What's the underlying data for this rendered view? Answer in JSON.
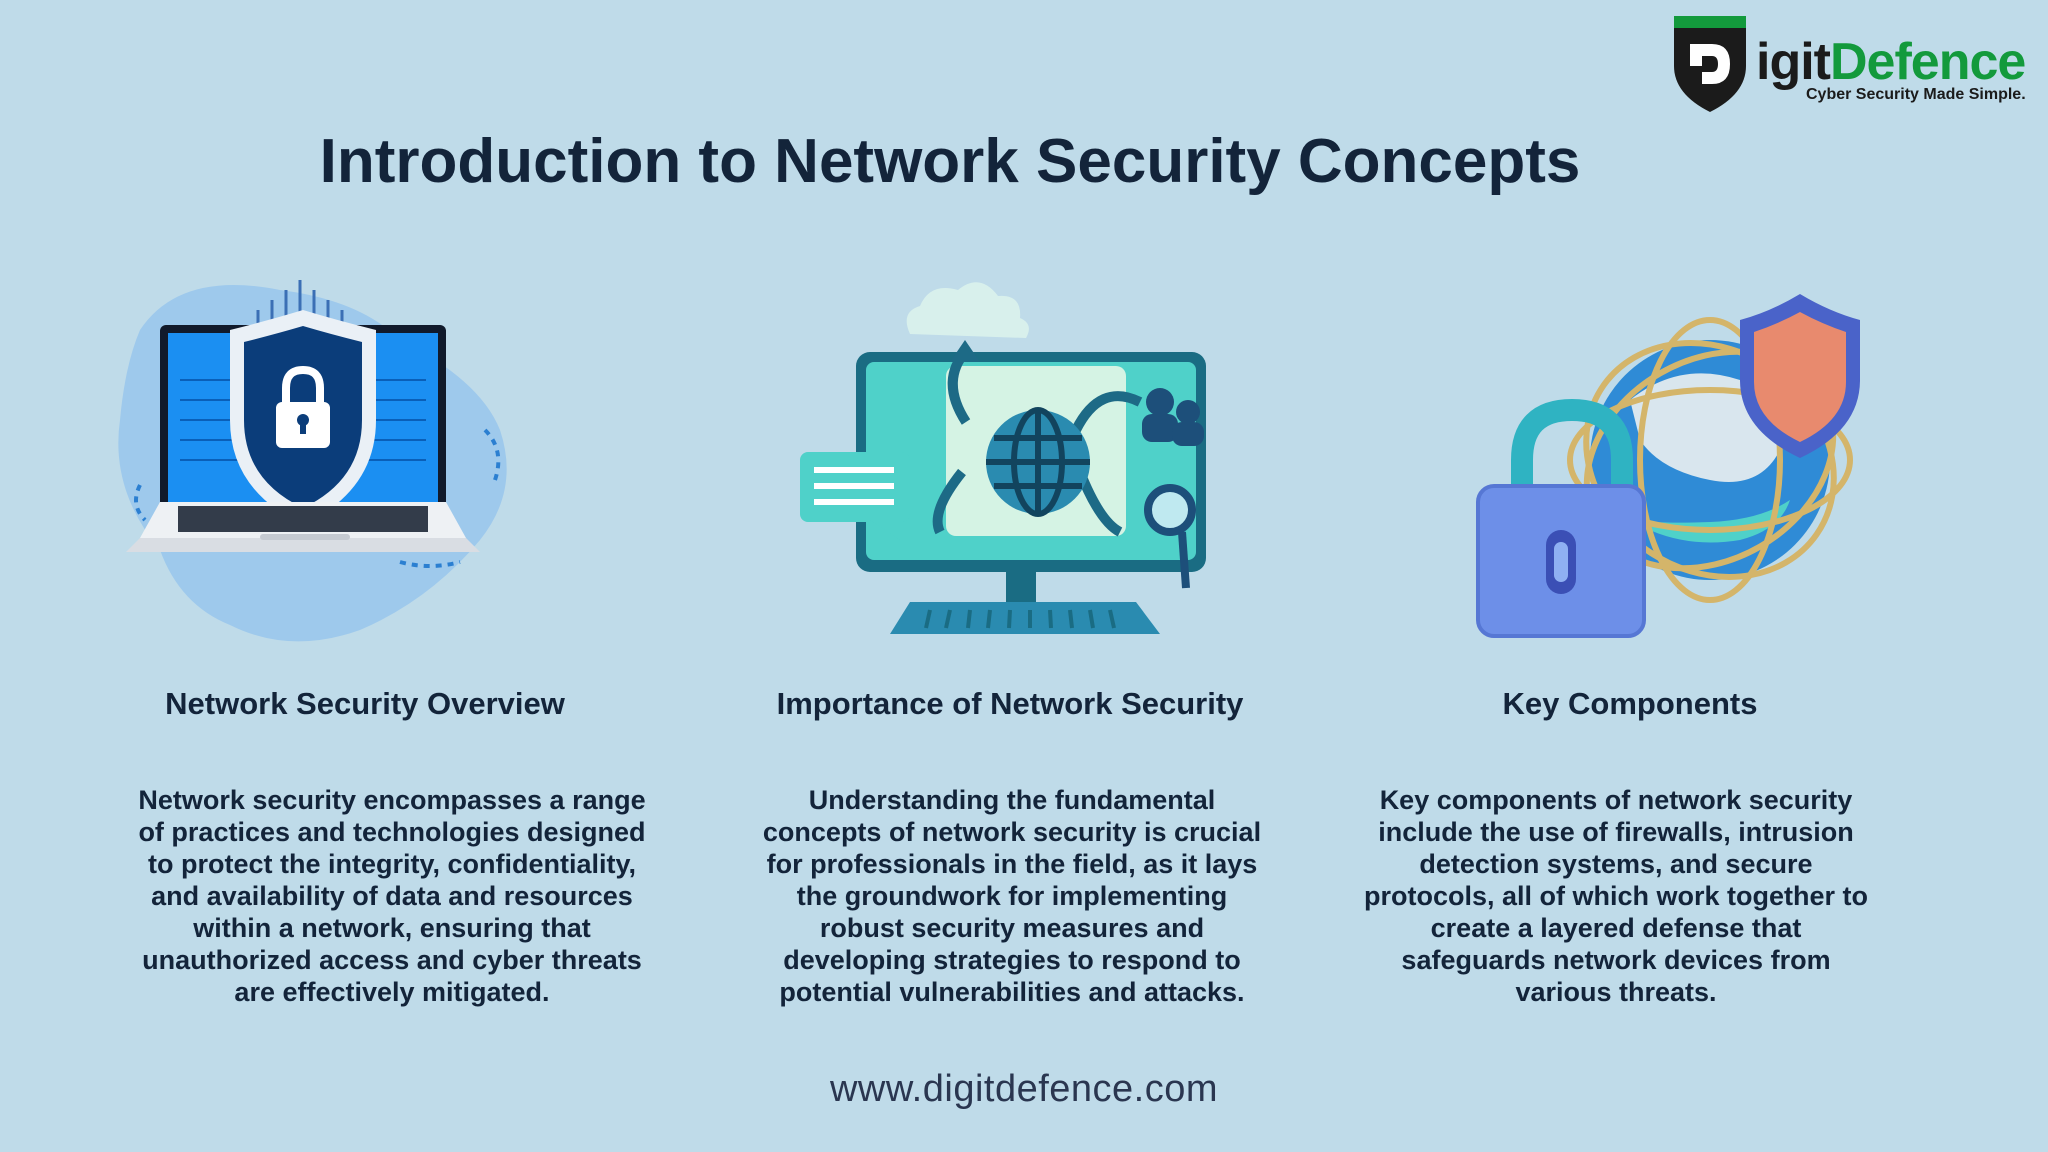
{
  "brand": {
    "word_dark": "igit",
    "word_green": "Defence",
    "tagline": "Cyber Security Made Simple.",
    "colors": {
      "green": "#139a3c",
      "dark": "#1b1b1b"
    }
  },
  "title": "Introduction to Network Security Concepts",
  "columns": [
    {
      "heading": "Network Security Overview",
      "text": "Network security encompasses a range of practices and technologies designed to protect the integrity, confidentiality, and availability of data and resources within a network, ensuring that unauthorized access and cyber threats are effectively mitigated."
    },
    {
      "heading": "Importance of Network Security",
      "text": "Understanding the fundamental concepts of network security is crucial for professionals in the field, as it lays the groundwork for implementing robust security measures and developing strategies to respond to potential vulnerabilities and attacks."
    },
    {
      "heading": "Key Components",
      "text": "Key components of network security include the use of firewalls, intrusion detection systems, and secure protocols, all of which work together to create a layered defense that safeguards network devices from various threats."
    }
  ],
  "footer": "www.digitdefence.com",
  "colors": {
    "background": "#bfdbe9",
    "text": "#13243a"
  }
}
